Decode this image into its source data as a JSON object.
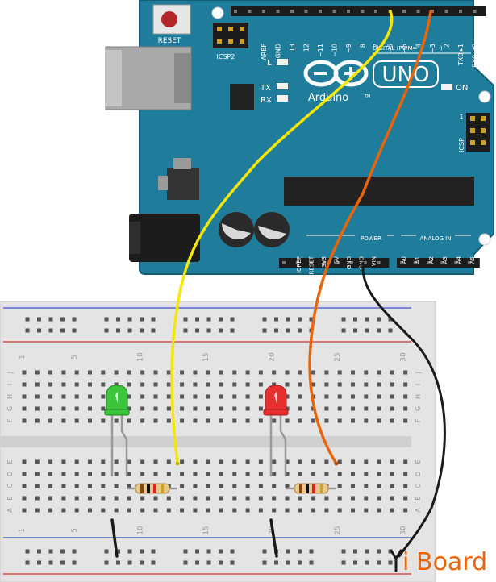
{
  "board": {
    "reset_label": "RESET",
    "icsp2_label": "ICSP2",
    "icsp_label": "ICSP",
    "icsp_pin1": "1",
    "led_l": "L",
    "led_tx": "TX",
    "led_rx": "RX",
    "on_label": "ON",
    "logo_text": "UNO",
    "brand": "Arduino",
    "tm": "TM",
    "digital_label": "DIGITAL (PWM=",
    "digital_tilde": "~)",
    "power_label": "POWER",
    "analog_label": "ANALOG IN",
    "top_left_pins": [
      "AREF",
      "GND",
      "13",
      "12",
      "~11",
      "~10",
      "~9",
      "8"
    ],
    "top_right_pins": [
      "7",
      "~6",
      "~5",
      "4",
      "~3",
      "2",
      "TX0 ▸1",
      "RX0 ◀0"
    ],
    "power_pins": [
      "IOREF",
      "RESET",
      "3V3",
      "5V",
      "GND",
      "GND",
      "VIN"
    ],
    "analog_pins": [
      "A0",
      "A1",
      "A2",
      "A3",
      "A4",
      "A5"
    ]
  },
  "breadboard": {
    "column_numbers_top": [
      "1",
      "5",
      "10",
      "15",
      "20",
      "25",
      "30"
    ],
    "column_numbers_bottom": [
      "1",
      "5",
      "10",
      "15",
      "20",
      "25",
      "30"
    ],
    "row_letters_upper": [
      "J",
      "I",
      "H",
      "G",
      "F"
    ],
    "row_letters_lower": [
      "E",
      "D",
      "C",
      "B",
      "A"
    ]
  },
  "components": {
    "led_left_color": "#3cc43c",
    "led_right_color": "#e63030",
    "wire_yellow": "#f5e60a",
    "wire_orange": "#e8650c",
    "wire_black": "#1a1a1a"
  },
  "watermark": {
    "prefix": "i",
    "text": "Board"
  }
}
